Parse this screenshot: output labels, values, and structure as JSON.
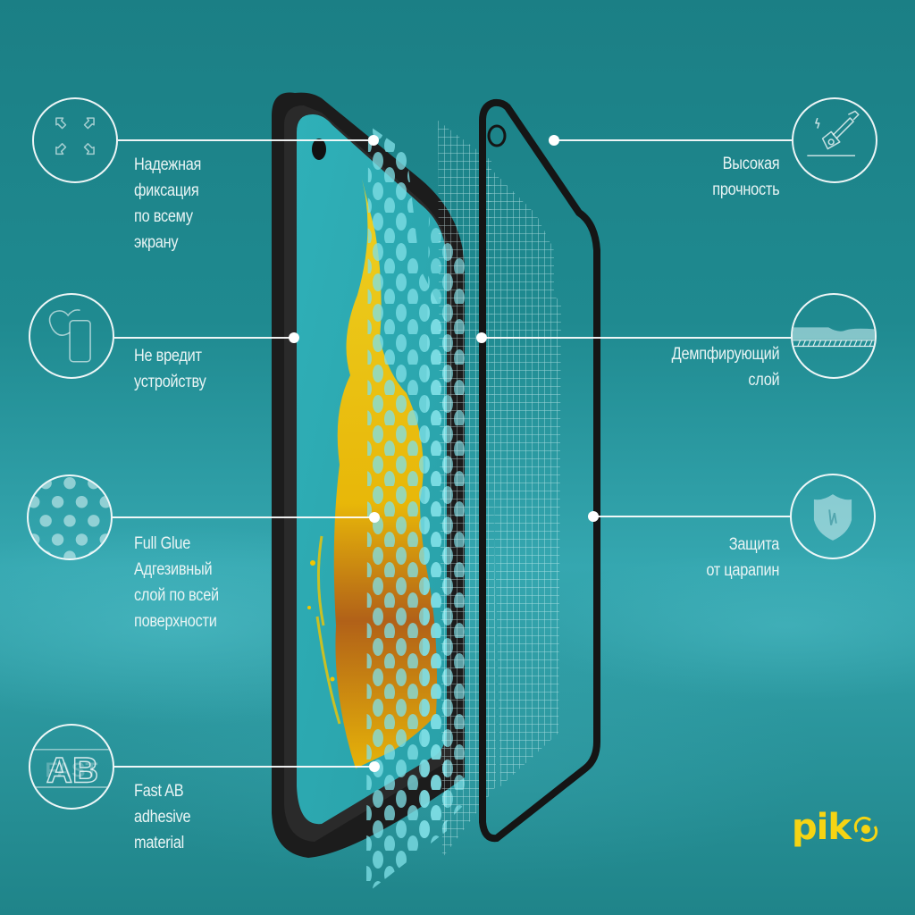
{
  "brand": {
    "logo_text": "pik",
    "logo_color": "#f5d413"
  },
  "colors": {
    "background_top": "#1b7f85",
    "background_mid": "#35a7b0",
    "line_color": "#ffffff",
    "text_color": "#e8f4f4",
    "splash_yellow": "#f2c500"
  },
  "features": {
    "left": [
      {
        "id": "full-screen-fixation",
        "icon": "expand-arrows-icon",
        "text": "Надежная\nфиксация\nпо всему\nэкрану"
      },
      {
        "id": "device-safe",
        "icon": "heart-phone-icon",
        "text": "Не вредит\nустройству"
      },
      {
        "id": "full-glue",
        "icon": "dot-pattern-icon",
        "text": "Full Glue\nАдгезивный\nслой по всей\nповерхности"
      },
      {
        "id": "fast-ab",
        "icon": "fast-ab-icon",
        "text": "Fast AB\nadhesive\nmaterial",
        "icon_label_main": "AB",
        "icon_label_back": "FAST"
      }
    ],
    "right": [
      {
        "id": "high-strength",
        "icon": "hammer-icon",
        "text": "Высокая\nпрочность"
      },
      {
        "id": "damping-layer",
        "icon": "damping-layer-icon",
        "text": "Демпфирующий\nслой"
      },
      {
        "id": "scratch-protection",
        "icon": "shield-icon",
        "text": "Защита\nот царапин"
      }
    ]
  }
}
